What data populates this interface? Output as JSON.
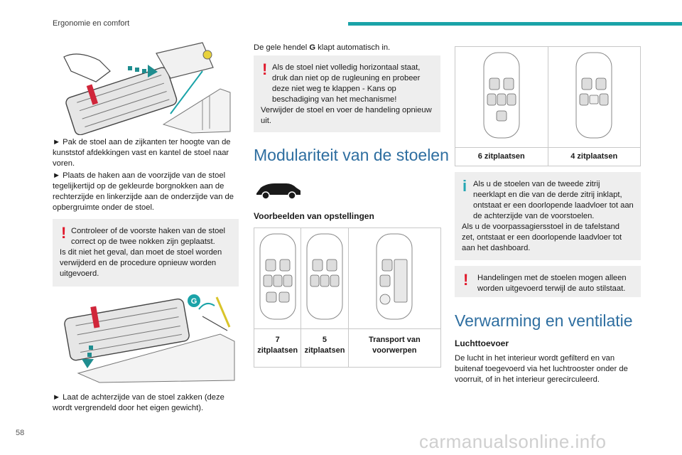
{
  "header": {
    "section_title": "Ergonomie en comfort",
    "accent_color": "#1aa3a8"
  },
  "page_number": "58",
  "watermark": "carmanualsonline.info",
  "col1": {
    "step1": "► Pak de stoel aan de zijkanten ter hoogte van de kunststof afdekkingen vast en kantel de stoel naar voren.",
    "step2": "► Plaats de haken aan de voorzijde van de stoel tegelijkertijd op de gekleurde borgnokken aan de rechterzijde en linkerzijde aan de onderzijde van de opbergruimte onder de stoel.",
    "warning": {
      "line1": "Controleer of de voorste haken van de stoel correct op de twee nokken zijn geplaatst.",
      "line2": "Is dit niet het geval, dan moet de stoel worden verwijderd en de procedure opnieuw worden uitgevoerd."
    },
    "figure_label": "G",
    "step3": "► Laat de achterzijde van de stoel zakken (deze wordt vergrendeld door het eigen gewicht)."
  },
  "col2": {
    "intro_prefix": "De gele hendel ",
    "intro_bold": "G",
    "intro_suffix": " klapt automatisch in.",
    "warning": {
      "line1": "Als de stoel niet volledig horizontaal staat, druk dan niet op de rugleuning en probeer deze niet weg te klappen - Kans op beschadiging van het mechanisme!",
      "line2": "Verwijder de stoel en voer de handeling opnieuw uit."
    },
    "section_title": "Modulariteit van de stoelen",
    "subheading": "Voorbeelden van opstellingen",
    "layouts": [
      "7 zitplaatsen",
      "5 zitplaatsen",
      "Transport van voorwerpen"
    ]
  },
  "col3": {
    "layouts": [
      "6 zitplaatsen",
      "4 zitplaatsen"
    ],
    "info": {
      "line1": "Als u de stoelen van de tweede zitrij neerklapt en die van de derde zitrij inklapt, ontstaat er een doorlopende laadvloer tot aan de achterzijde van de voorstoelen.",
      "line2": "Als u de voorpassagiersstoel in de tafelstand zet, ontstaat er een doorlopende laadvloer tot aan het dashboard."
    },
    "warning": "Handelingen met de stoelen mogen alleen worden uitgevoerd terwijl de auto stilstaat.",
    "section_title": "Verwarming en ventilatie",
    "subheading": "Luchttoevoer",
    "body": "De lucht in het interieur wordt gefilterd en van buitenaf toegevoerd via het luchtrooster onder de voorruit, of in het interieur gerecirculeerd."
  },
  "colors": {
    "warning": "#e0182b",
    "info": "#25a7b3",
    "heading": "#2e6ea0",
    "box": "#eeeeee"
  }
}
